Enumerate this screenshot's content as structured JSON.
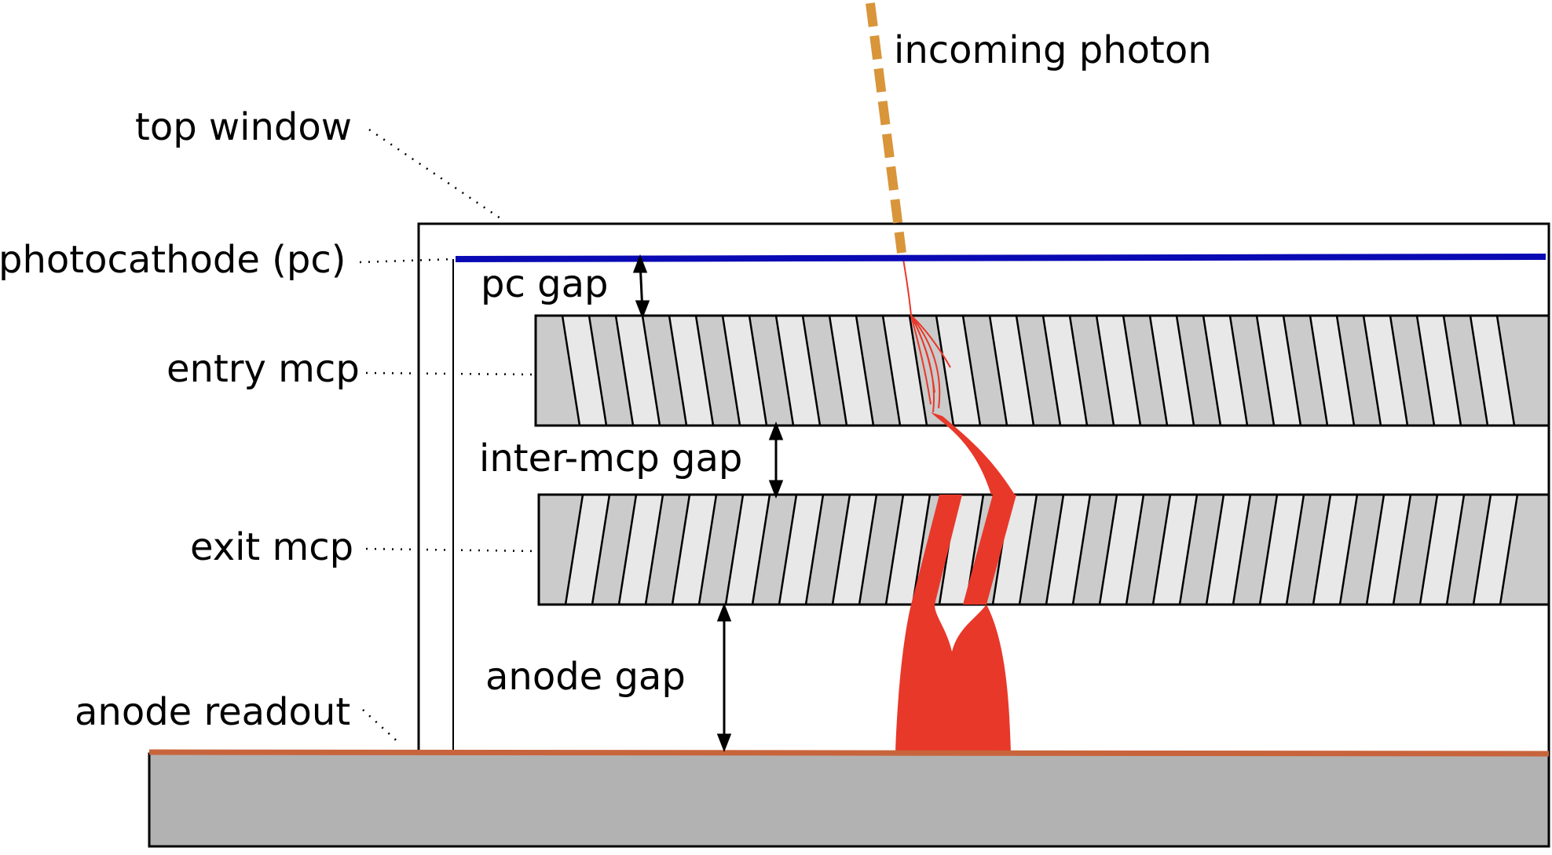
{
  "labels": {
    "incoming_photon": "incoming photon",
    "top_window": "top window",
    "photocathode": "photocathode (pc)",
    "entry_mcp": "entry mcp",
    "exit_mcp": "exit mcp",
    "anode_readout": "anode readout",
    "pc_gap": "pc gap",
    "inter_mcp_gap": "inter-mcp gap",
    "anode_gap": "anode gap"
  },
  "colors": {
    "photon": "#d9953a",
    "photocathode": "#0a0ab4",
    "anode_strip": "#c8643c",
    "substrate": "#b2b2b2",
    "mcp_body": "#cbcbcb",
    "mcp_channel": "#e8e8e8",
    "avalanche": "#e8382a"
  }
}
